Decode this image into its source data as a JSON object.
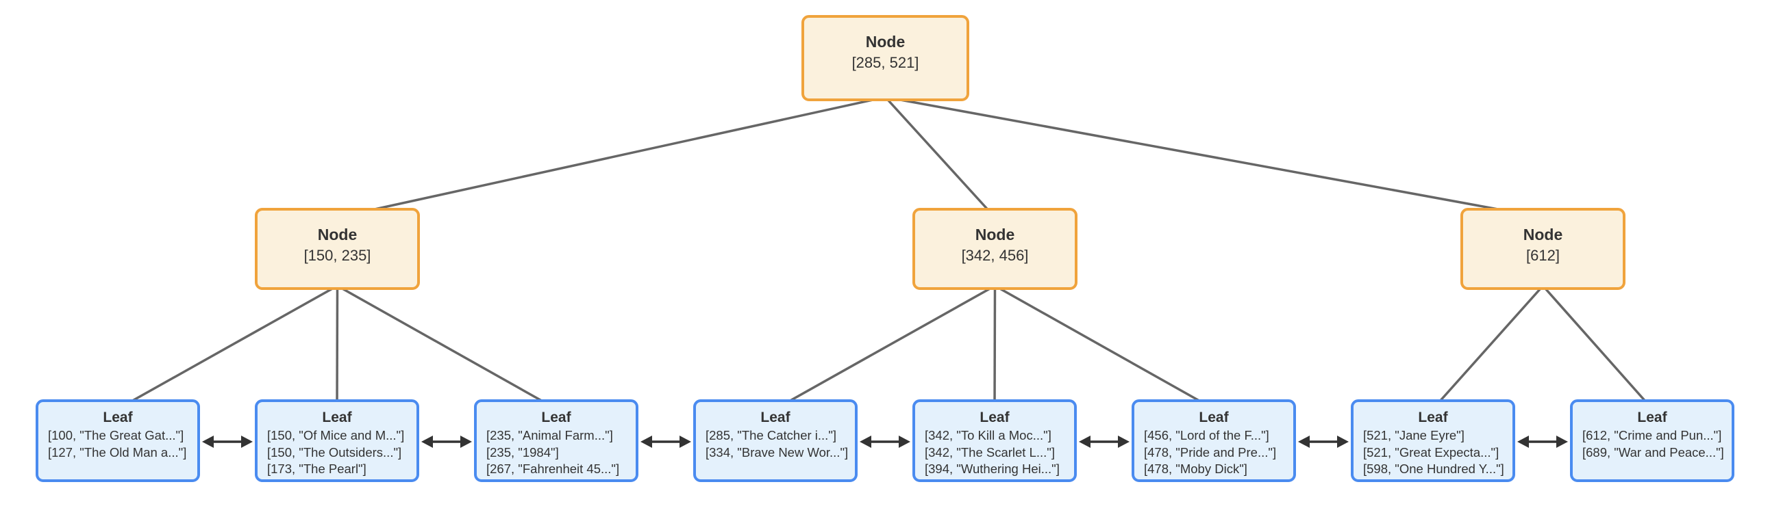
{
  "diagram": {
    "kind": "b-plus-tree",
    "root": {
      "title": "Node",
      "keys": "[285, 521]"
    },
    "internal_nodes": [
      {
        "title": "Node",
        "keys": "[150, 235]",
        "children_leaves": [
          0,
          1,
          2
        ]
      },
      {
        "title": "Node",
        "keys": "[342, 456]",
        "children_leaves": [
          3,
          4,
          5
        ]
      },
      {
        "title": "Node",
        "keys": "[612]",
        "children_leaves": [
          6,
          7
        ]
      }
    ],
    "leaves": [
      {
        "title": "Leaf",
        "entries": [
          "[100, \"The Great Gat...\"]",
          "[127, \"The Old Man a...\"]"
        ]
      },
      {
        "title": "Leaf",
        "entries": [
          "[150, \"Of Mice and M...\"]",
          "[150, \"The Outsiders...\"]",
          "[173, \"The Pearl\"]"
        ]
      },
      {
        "title": "Leaf",
        "entries": [
          "[235, \"Animal Farm...\"]",
          "[235, \"1984\"]",
          "[267, \"Fahrenheit 45...\"]"
        ]
      },
      {
        "title": "Leaf",
        "entries": [
          "[285, \"The Catcher i...\"]",
          "[334, \"Brave New Wor...\"]"
        ]
      },
      {
        "title": "Leaf",
        "entries": [
          "[342, \"To Kill a Moc...\"]",
          "[342, \"The Scarlet L...\"]",
          "[394, \"Wuthering Hei...\"]"
        ]
      },
      {
        "title": "Leaf",
        "entries": [
          "[456, \"Lord of the F...\"]",
          "[478, \"Pride and Pre...\"]",
          "[478, \"Moby Dick\"]"
        ]
      },
      {
        "title": "Leaf",
        "entries": [
          "[521, \"Jane Eyre\"]",
          "[521, \"Great Expecta...\"]",
          "[598, \"One Hundred Y...\"]"
        ]
      },
      {
        "title": "Leaf",
        "entries": [
          "[612, \"Crime and Pun...\"]",
          "[689, \"War and Peace...\"]"
        ]
      }
    ],
    "colors": {
      "background": "#ffffff",
      "node_border": "#F0A33C",
      "node_fill": "#FBF1DD",
      "leaf_border": "#4A8BF0",
      "leaf_fill": "#E4F1FC",
      "edge": "#666666",
      "leaf_link_arrow": "#333333",
      "text": "#333333"
    }
  }
}
